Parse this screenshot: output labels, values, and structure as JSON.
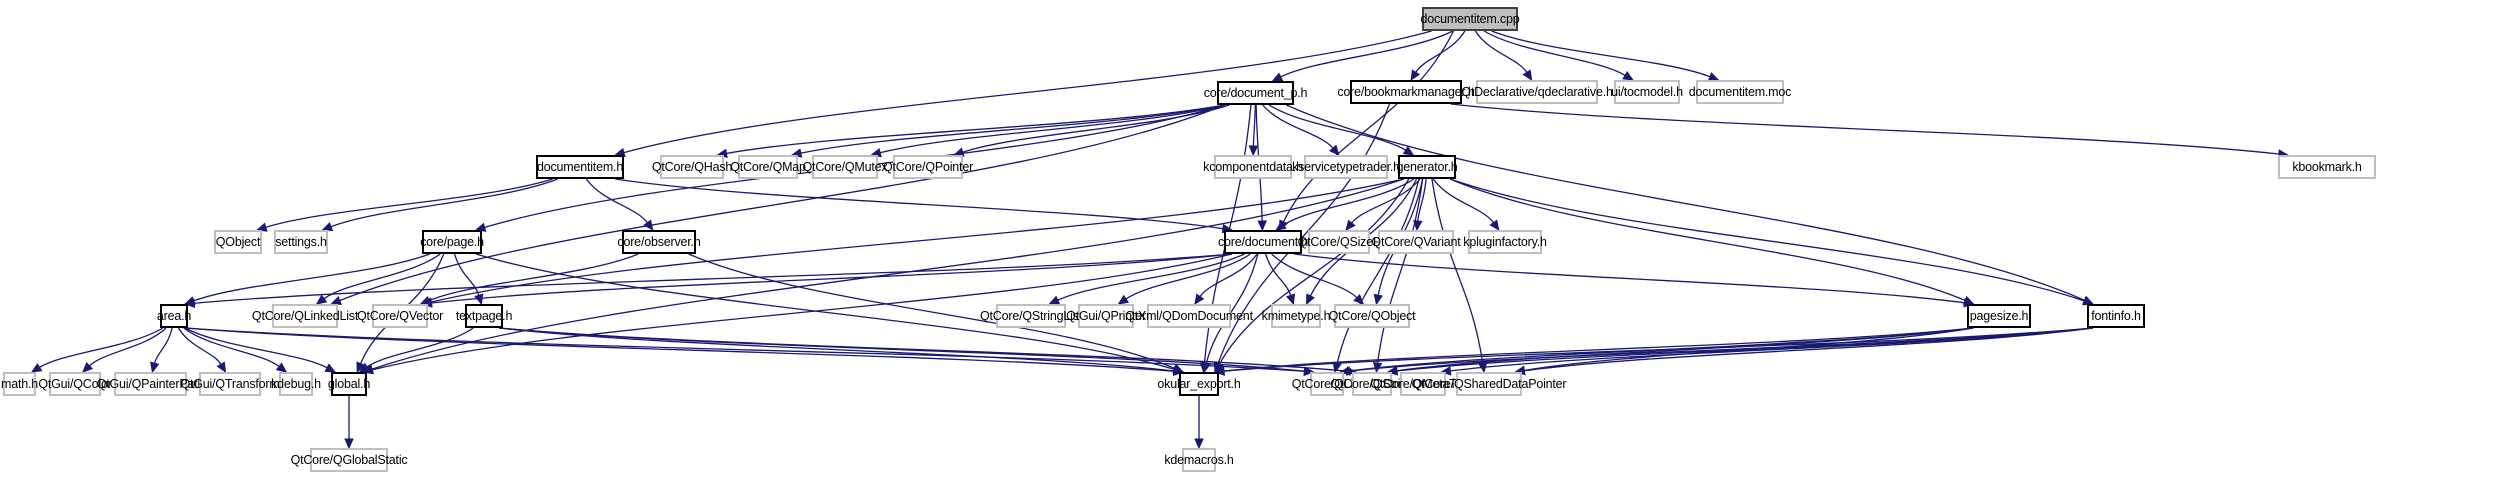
{
  "title": "documentitem.cpp",
  "colors": {
    "edge": "#191970",
    "root_fill": "#bfbfbf",
    "internal_border": "#000000",
    "external_border": "#bfbfbf"
  },
  "nodes": {
    "documentitem_cpp": {
      "label": "documentitem.cpp",
      "kind": "root"
    },
    "documentitem_h": {
      "label": "documentitem.h",
      "kind": "internal"
    },
    "core_document_p_h": {
      "label": "core/document_p.h",
      "kind": "internal"
    },
    "core_bookmarkmanager_h": {
      "label": "core/bookmarkmanager.h",
      "kind": "internal"
    },
    "qdeclarative_h": {
      "label": "QtDeclarative/qdeclarative.h",
      "kind": "external"
    },
    "tocmodel_h": {
      "label": "ui/tocmodel.h",
      "kind": "external"
    },
    "documentitem_moc": {
      "label": "documentitem.moc",
      "kind": "external"
    },
    "qhash": {
      "label": "QtCore/QHash",
      "kind": "external"
    },
    "qmap": {
      "label": "QtCore/QMap",
      "kind": "external"
    },
    "qmutex": {
      "label": "QtCore/QMutex",
      "kind": "external"
    },
    "qpointer": {
      "label": "QtCore/QPointer",
      "kind": "external"
    },
    "kcomponentdata_h": {
      "label": "kcomponentdata.h",
      "kind": "external"
    },
    "kservicetypetrader_h": {
      "label": "kservicetypetrader.h",
      "kind": "external"
    },
    "generator_h": {
      "label": "generator.h",
      "kind": "internal"
    },
    "kbookmark_h": {
      "label": "kbookmark.h",
      "kind": "external"
    },
    "qobject_plain": {
      "label": "QObject",
      "kind": "external"
    },
    "settings_h": {
      "label": "settings.h",
      "kind": "external"
    },
    "core_page_h": {
      "label": "core/page.h",
      "kind": "internal"
    },
    "core_observer_h": {
      "label": "core/observer.h",
      "kind": "internal"
    },
    "core_document_h": {
      "label": "core/document.h",
      "kind": "internal"
    },
    "qsizef": {
      "label": "QtCore/QSizeF",
      "kind": "external"
    },
    "qvariant": {
      "label": "QtCore/QVariant",
      "kind": "external"
    },
    "kpluginfactory_h": {
      "label": "kpluginfactory.h",
      "kind": "external"
    },
    "area_h": {
      "label": "area.h",
      "kind": "internal"
    },
    "qlinkedlist": {
      "label": "QtCore/QLinkedList",
      "kind": "external"
    },
    "qvector": {
      "label": "QtCore/QVector",
      "kind": "external"
    },
    "textpage_h": {
      "label": "textpage.h",
      "kind": "internal"
    },
    "qstringlist": {
      "label": "QtCore/QStringList",
      "kind": "external"
    },
    "qprinter": {
      "label": "QtGui/QPrinter",
      "kind": "external"
    },
    "qdomdocument": {
      "label": "QtXml/QDomDocument",
      "kind": "external"
    },
    "kmimetype_h": {
      "label": "kmimetype.h",
      "kind": "external"
    },
    "qobject": {
      "label": "QtCore/QObject",
      "kind": "external"
    },
    "pagesize_h": {
      "label": "pagesize.h",
      "kind": "internal"
    },
    "fontinfo_h": {
      "label": "fontinfo.h",
      "kind": "internal"
    },
    "math_h": {
      "label": "math.h",
      "kind": "external"
    },
    "qcolor": {
      "label": "QtGui/QColor",
      "kind": "external"
    },
    "qpainterpath": {
      "label": "QtGui/QPainterPath",
      "kind": "external"
    },
    "qtransform": {
      "label": "QtGui/QTransform",
      "kind": "external"
    },
    "kdebug_h": {
      "label": "kdebug.h",
      "kind": "external"
    },
    "global_h": {
      "label": "global.h",
      "kind": "internal"
    },
    "okular_export_h": {
      "label": "okular_export.h",
      "kind": "internal"
    },
    "qlist": {
      "label": "QtCore/QList",
      "kind": "external"
    },
    "qstring": {
      "label": "QtCore/QString",
      "kind": "external"
    },
    "qmetatype": {
      "label": "QtCore/QMetaType",
      "kind": "external"
    },
    "qshareddatapointer": {
      "label": "QtCore/QSharedDataPointer",
      "kind": "external"
    },
    "qglobalstatic": {
      "label": "QtCore/QGlobalStatic",
      "kind": "external"
    },
    "kdemacros_h": {
      "label": "kdemacros.h",
      "kind": "external"
    }
  },
  "edges": [
    [
      "documentitem_cpp",
      "documentitem_h"
    ],
    [
      "documentitem_cpp",
      "core_document_h"
    ],
    [
      "documentitem_cpp",
      "core_document_p_h"
    ],
    [
      "documentitem_cpp",
      "core_bookmarkmanager_h"
    ],
    [
      "documentitem_cpp",
      "qdeclarative_h"
    ],
    [
      "documentitem_cpp",
      "tocmodel_h"
    ],
    [
      "documentitem_cpp",
      "documentitem_moc"
    ],
    [
      "documentitem_h",
      "qobject_plain"
    ],
    [
      "documentitem_h",
      "settings_h"
    ],
    [
      "documentitem_h",
      "core_observer_h"
    ],
    [
      "documentitem_h",
      "core_document_h"
    ],
    [
      "core_document_p_h",
      "qhash"
    ],
    [
      "core_document_p_h",
      "qmap"
    ],
    [
      "core_document_p_h",
      "qmutex"
    ],
    [
      "core_document_p_h",
      "qpointer"
    ],
    [
      "core_document_p_h",
      "kcomponentdata_h"
    ],
    [
      "core_document_p_h",
      "kservicetypetrader_h"
    ],
    [
      "core_document_p_h",
      "generator_h"
    ],
    [
      "core_document_p_h",
      "core_page_h"
    ],
    [
      "core_document_p_h",
      "qlinkedlist"
    ],
    [
      "core_document_p_h",
      "core_document_h"
    ],
    [
      "core_document_p_h",
      "fontinfo_h"
    ],
    [
      "core_document_p_h",
      "okular_export_h"
    ],
    [
      "core_bookmarkmanager_h",
      "kbookmark_h"
    ],
    [
      "core_bookmarkmanager_h",
      "okular_export_h"
    ],
    [
      "generator_h",
      "core_document_h"
    ],
    [
      "generator_h",
      "qsizef"
    ],
    [
      "generator_h",
      "qvariant"
    ],
    [
      "generator_h",
      "kpluginfactory_h"
    ],
    [
      "generator_h",
      "kmimetype_h"
    ],
    [
      "generator_h",
      "qobject"
    ],
    [
      "generator_h",
      "qvector"
    ],
    [
      "generator_h",
      "global_h"
    ],
    [
      "generator_h",
      "okular_export_h"
    ],
    [
      "generator_h",
      "qlist"
    ],
    [
      "generator_h",
      "qstring"
    ],
    [
      "generator_h",
      "pagesize_h"
    ],
    [
      "generator_h",
      "fontinfo_h"
    ],
    [
      "generator_h",
      "qshareddatapointer"
    ],
    [
      "core_page_h",
      "area_h"
    ],
    [
      "core_page_h",
      "qlinkedlist"
    ],
    [
      "core_page_h",
      "textpage_h"
    ],
    [
      "core_page_h",
      "global_h"
    ],
    [
      "core_page_h",
      "okular_export_h"
    ],
    [
      "core_observer_h",
      "qvector"
    ],
    [
      "core_observer_h",
      "okular_export_h"
    ],
    [
      "core_document_h",
      "area_h"
    ],
    [
      "core_document_h",
      "qvector"
    ],
    [
      "core_document_h",
      "qstringlist"
    ],
    [
      "core_document_h",
      "qprinter"
    ],
    [
      "core_document_h",
      "qdomdocument"
    ],
    [
      "core_document_h",
      "kmimetype_h"
    ],
    [
      "core_document_h",
      "qobject"
    ],
    [
      "core_document_h",
      "pagesize_h"
    ],
    [
      "core_document_h",
      "global_h"
    ],
    [
      "core_document_h",
      "okular_export_h"
    ],
    [
      "area_h",
      "math_h"
    ],
    [
      "area_h",
      "qcolor"
    ],
    [
      "area_h",
      "qpainterpath"
    ],
    [
      "area_h",
      "qtransform"
    ],
    [
      "area_h",
      "kdebug_h"
    ],
    [
      "area_h",
      "global_h"
    ],
    [
      "area_h",
      "okular_export_h"
    ],
    [
      "area_h",
      "qlist"
    ],
    [
      "textpage_h",
      "global_h"
    ],
    [
      "textpage_h",
      "okular_export_h"
    ],
    [
      "textpage_h",
      "qlist"
    ],
    [
      "textpage_h",
      "qstring"
    ],
    [
      "pagesize_h",
      "okular_export_h"
    ],
    [
      "pagesize_h",
      "qlist"
    ],
    [
      "pagesize_h",
      "qstring"
    ],
    [
      "pagesize_h",
      "qshareddatapointer"
    ],
    [
      "fontinfo_h",
      "okular_export_h"
    ],
    [
      "fontinfo_h",
      "qlist"
    ],
    [
      "fontinfo_h",
      "qstring"
    ],
    [
      "fontinfo_h",
      "qmetatype"
    ],
    [
      "fontinfo_h",
      "qshareddatapointer"
    ],
    [
      "global_h",
      "qglobalstatic"
    ],
    [
      "okular_export_h",
      "kdemacros_h"
    ]
  ]
}
